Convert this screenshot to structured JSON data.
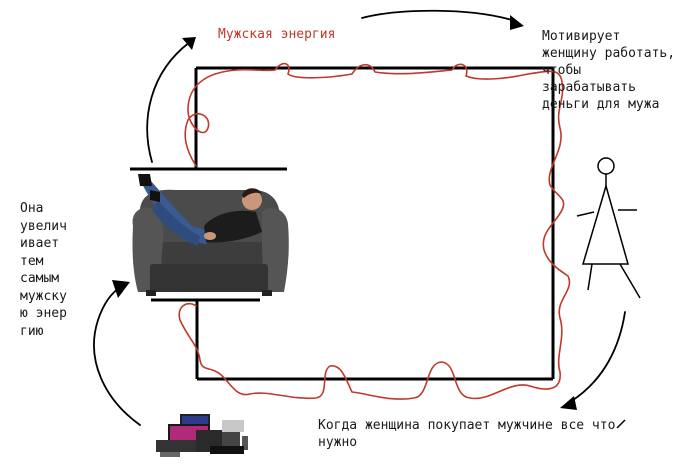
{
  "labels": {
    "male_energy": "Мужская энергия",
    "motivates": "Мотивирует\nженщину работать,\nчтобы\nзарабатывать\nденьги для мужа",
    "increases": "Она\nувелич\nивает\nтем\nсамым\nмужску\nю энер\nгию",
    "buys": "Когда женщина покупает мужчине все что\nнужно"
  },
  "colors": {
    "energy_line": "#c0392b",
    "frame_line": "#000000",
    "background": "#ffffff"
  },
  "icons": {
    "sofa": "man-on-sofa-photo",
    "woman": "stick-figure-woman-icon",
    "goods": "electronics-goods-photo"
  }
}
